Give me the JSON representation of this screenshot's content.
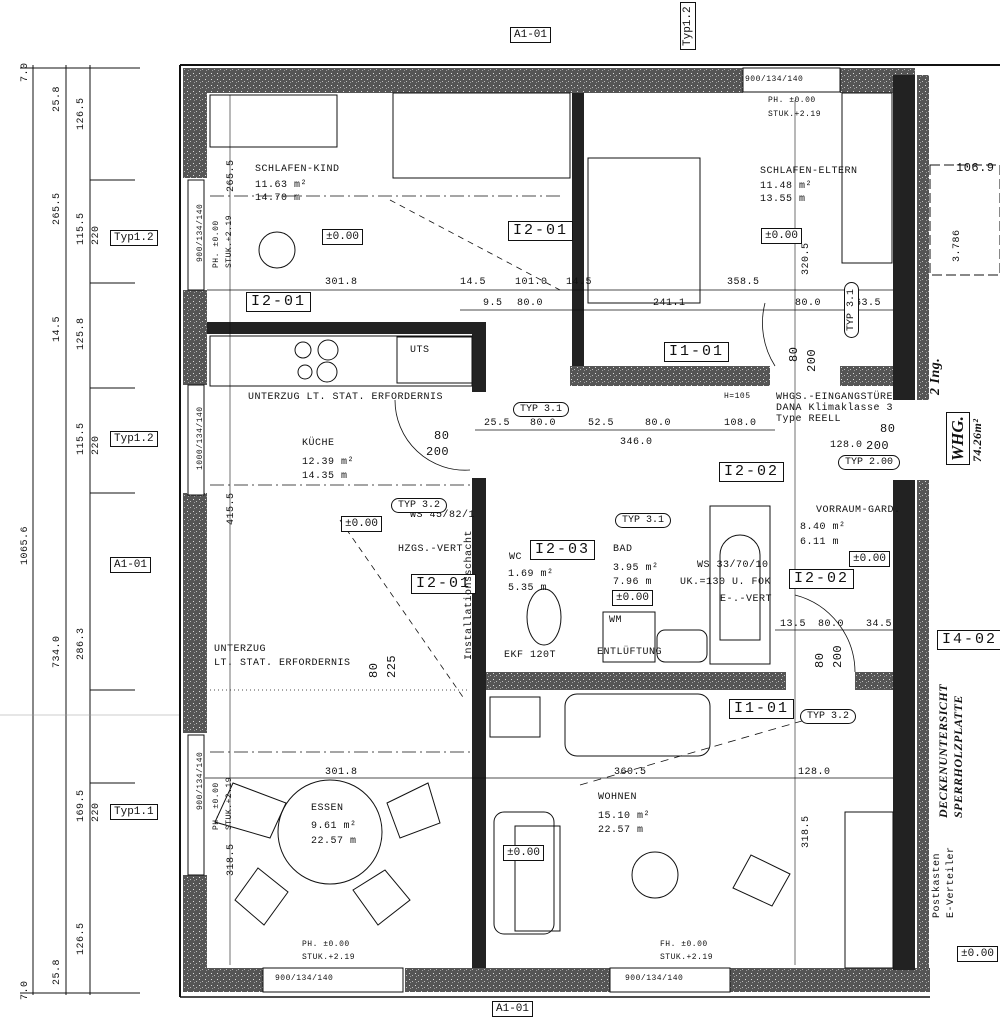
{
  "sheet_labels": {
    "top_axis": "A1-01",
    "bottom_axis": "A1-01",
    "top_type": "Typ1.2"
  },
  "left_dims": {
    "outer_top": "7.0",
    "outer_total": "1065.6",
    "outer_bottom": "7.0",
    "mid_top": "25.8",
    "mid_a": "265.5",
    "mid_b": "14.5",
    "mid_c": "734.0",
    "mid_bottom": "25.8",
    "in_a": "126.5",
    "in_b": "115.5",
    "in_b_h": "220",
    "in_c": "125.8",
    "in_d": "115.5",
    "in_d_h": "220",
    "in_e": "286.3",
    "in_f": "169.5",
    "in_f_h": "220",
    "in_g": "126.5",
    "types": [
      "Typ1.2",
      "Typ1.2",
      "A1-01",
      "Typ1.1"
    ]
  },
  "rooms": {
    "schlafen_kind": {
      "name": "SCHLAFEN-KIND",
      "area": "11.63 m²",
      "perimeter": "14.70 m",
      "level": "±0.00",
      "code": "I2-01"
    },
    "schlafen_eltern": {
      "name": "SCHLAFEN-ELTERN",
      "area": "11.48 m²",
      "perimeter": "13.55 m",
      "level": "±0.00",
      "code": "I1-01"
    },
    "kueche": {
      "name": "KÜCHE",
      "area": "12.39 m²",
      "perimeter": "14.35 m",
      "level": "±0.00",
      "code": "I2-01"
    },
    "wc": {
      "name": "WC",
      "area": "1.69 m²",
      "perimeter": "5.35 m",
      "code": "I2-03"
    },
    "bad": {
      "name": "BAD",
      "area": "3.95 m²",
      "perimeter": "7.96 m",
      "level": "±0.00",
      "code": "I2-02"
    },
    "vorraum": {
      "name": "VORRAUM-GARD.",
      "area": "8.40 m²",
      "perimeter": "6.11 m",
      "level": "±0.00",
      "code": "I2-02"
    },
    "essen": {
      "name": "ESSEN",
      "area": "9.61 m²",
      "perimeter": "22.57 m"
    },
    "wohnen": {
      "name": "WOHNEN",
      "area": "15.10 m²",
      "perimeter": "22.57 m",
      "level": "±0.00",
      "code": "I1-01"
    }
  },
  "windows": {
    "w1": "900/134/140",
    "w2": "1000/134/140",
    "w3": "900/134/140",
    "w4": "900/134/140",
    "w5": "900/134/140",
    "w6": "900/134/140"
  },
  "heights": {
    "ph": "PH.  ±0.00",
    "fh": "FH.  ±0.00",
    "stuk": "STUK.+2.19"
  },
  "dims": {
    "d301_top": "301.8",
    "d14_5a": "14.5",
    "d101": "101.0",
    "d14_5b": "14.5",
    "d9_5": "9.5",
    "d80a": "80.0",
    "d241": "241.1",
    "d358": "358.5",
    "d80b": "80.0",
    "d63": "63.5",
    "d320": "320.5",
    "d265": "265.5",
    "d25_5": "25.5",
    "d80c": "80.0",
    "d52": "52.5",
    "d80d": "80.0",
    "d108": "108.0",
    "d346": "346.0",
    "d128a": "128.0",
    "d80e": "80",
    "d200e": "200",
    "d80f": "80",
    "d200f": "200",
    "d415": "415.5",
    "d80g": "80",
    "d225": "225",
    "d13_5": "13.5",
    "d80h": "80.0",
    "d34_5": "34.5",
    "d80i": "80",
    "d200i": "200",
    "d80j": "80",
    "d200j": "200",
    "d301_bot": "301.8",
    "d318a": "318.5",
    "d360": "360.5",
    "d128b": "128.0",
    "d318b": "318.5",
    "d106": "106.9",
    "d3786": "3.786"
  },
  "door_types": [
    "TYP 3.1",
    "TYP 3.2",
    "TYP 3.1",
    "TYP 2.00",
    "TYP 3.2",
    "TYP 3.1"
  ],
  "notes": {
    "unterzug_top": "UNTERZUG LT. STAT. ERFORDERNIS",
    "unterzug_1": "UNTERZUG",
    "unterzug_2": "LT. STAT. ERFORDERNIS",
    "ws_kueche": "WS 45/82/1",
    "hzgs": "HZGS.-VERT",
    "uts": "UTS",
    "entry_1": "WHGS.-EINGANGSTÜRE",
    "entry_2": "DANA Klimaklasse 3",
    "entry_3": "Type REELL",
    "ws_bad": "WS 33/70/10",
    "uk": "UK.=130 U. FOK",
    "e_vert": "E-.-VERT",
    "wm": "WM",
    "entlueftung": "ENTLÜFTUNG",
    "ekf": "EKF 120T",
    "schacht": "Installationsschacht",
    "h105": "H=105",
    "i2_01_extra": "I2-01"
  },
  "right_side": {
    "whg": "WHG.",
    "whg_area": "74.26m²",
    "floor": "2 Ing.",
    "ceiling_1": "DECKENUNTERSICHT",
    "ceiling_2": "SPERRHOLZPLATTE",
    "unit": "I4-02",
    "post_1": "Postkasten",
    "post_2": "E-Verteiler",
    "level": "±0.00"
  }
}
